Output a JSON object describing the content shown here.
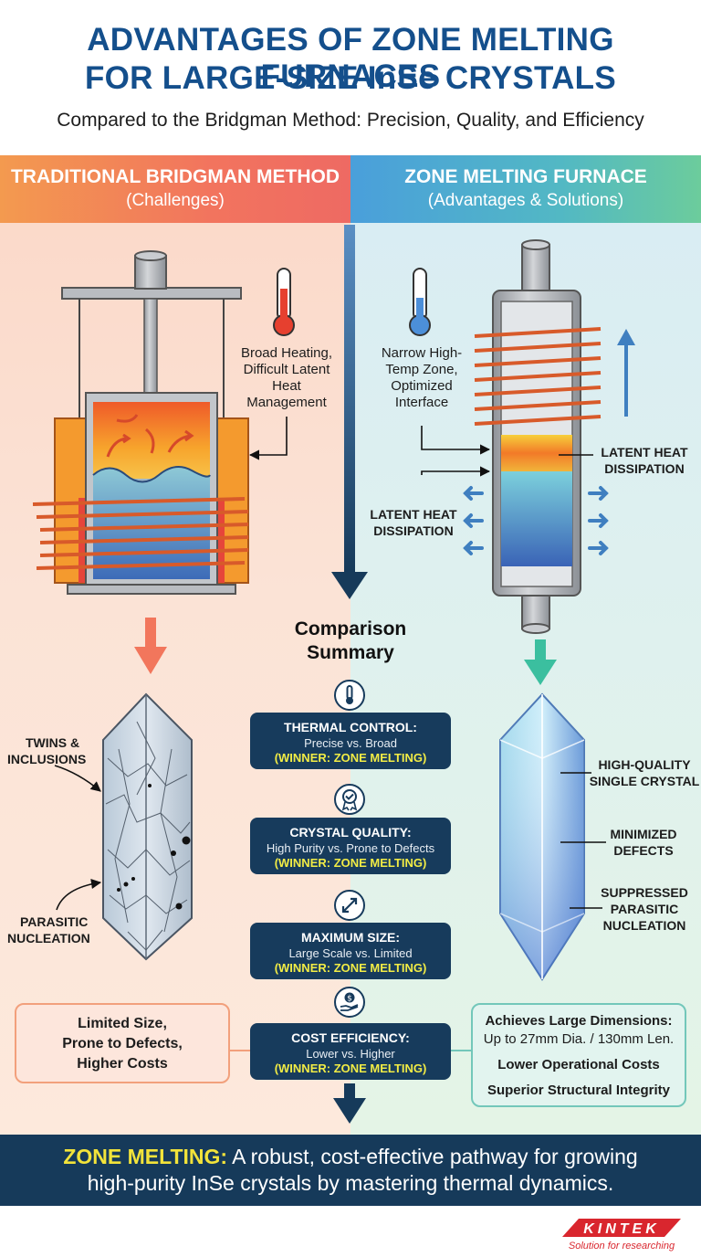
{
  "title": {
    "line1": "ADVANTAGES OF ZONE MELTING FURNACES",
    "line2": "FOR LARGE-SIZE InSe CRYSTALS"
  },
  "subtitle": "Compared to the Bridgman Method: Precision, Quality, and Efficiency",
  "left_column": {
    "header": "TRADITIONAL BRIDGMAN METHOD",
    "subheader": "(Challenges)",
    "heating_note": [
      "Broad Heating,",
      "Difficult Latent",
      "Heat",
      "Management"
    ],
    "labels": {
      "twins": [
        "TWINS &",
        "INCLUSIONS"
      ],
      "parasitic": [
        "PARASITIC",
        "NUCLEATION"
      ]
    },
    "summary_box": [
      "Limited Size,",
      "Prone to Defects,",
      "Higher Costs"
    ]
  },
  "right_column": {
    "header": "ZONE MELTING FURNACE",
    "subheader": "(Advantages & Solutions)",
    "heating_note": [
      "Narrow High-",
      "Temp Zone,",
      "Optimized",
      "Interface"
    ],
    "labels": {
      "latent_right": [
        "LATENT HEAT",
        "DISSIPATION"
      ],
      "latent_left": [
        "LATENT HEAT",
        "DISSIPATION"
      ],
      "single_crystal": [
        "HIGH-QUALITY",
        "SINGLE CRYSTAL"
      ],
      "minimized": [
        "MINIMIZED",
        "DEFECTS"
      ],
      "suppressed": [
        "SUPPRESSED",
        "PARASITIC",
        "NUCLEATION"
      ]
    },
    "summary_box": {
      "line1": "Achieves Large Dimensions:",
      "line2": "Up to 27mm Dia. / 130mm Len.",
      "line3": "Lower Operational Costs",
      "line4": "Superior Structural Integrity"
    }
  },
  "summary": {
    "title": [
      "Comparison",
      "Summary"
    ],
    "items": [
      {
        "label": "THERMAL CONTROL:",
        "detail": "Precise vs. Broad",
        "winner": "(WINNER: ZONE MELTING)",
        "icon": "thermometer-icon"
      },
      {
        "label": "CRYSTAL QUALITY:",
        "detail": "High Purity vs. Prone to Defects",
        "winner": "(WINNER: ZONE MELTING)",
        "icon": "award-badge-icon"
      },
      {
        "label": "MAXIMUM SIZE:",
        "detail": "Large Scale vs. Limited",
        "winner": "(WINNER: ZONE MELTING)",
        "icon": "expand-arrows-icon"
      },
      {
        "label": "COST EFFICIENCY:",
        "detail": "Lower vs. Higher",
        "winner": "(WINNER: ZONE MELTING)",
        "icon": "money-hand-icon"
      }
    ]
  },
  "footer": {
    "highlight": "ZONE MELTING:",
    "line1_rest": " A robust, cost-effective pathway for growing",
    "line2": "high-purity InSe crystals by mastering thermal dynamics."
  },
  "logo": {
    "name": "KINTEK",
    "tagline": "Solution for researching"
  },
  "colors": {
    "title_blue": "#144f8c",
    "navy": "#173b5c",
    "winner_yellow": "#f2ec45",
    "left_accent": "#f2745e",
    "right_accent": "#52b8c4",
    "logo_red": "#d9262e"
  }
}
